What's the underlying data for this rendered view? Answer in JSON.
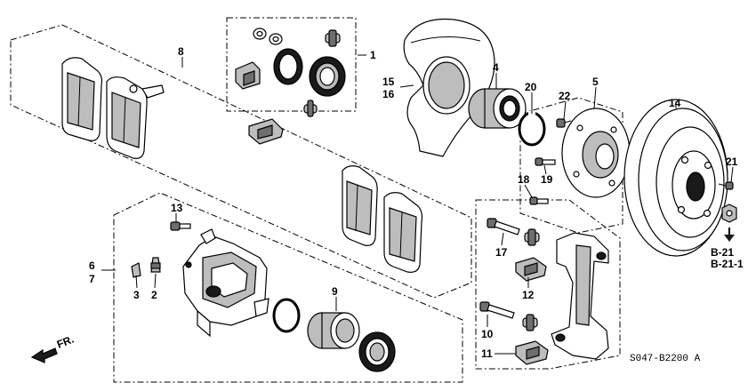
{
  "diagram": {
    "code": "S047-B2200 A",
    "direction_label": "FR.",
    "callouts": [
      "1",
      "2",
      "3",
      "4",
      "5",
      "6",
      "7",
      "8",
      "9",
      "10",
      "11",
      "12",
      "13",
      "14",
      "15",
      "16",
      "17",
      "18",
      "19",
      "20",
      "21",
      "22"
    ],
    "refs": [
      "B-21",
      "B-21-1"
    ]
  }
}
